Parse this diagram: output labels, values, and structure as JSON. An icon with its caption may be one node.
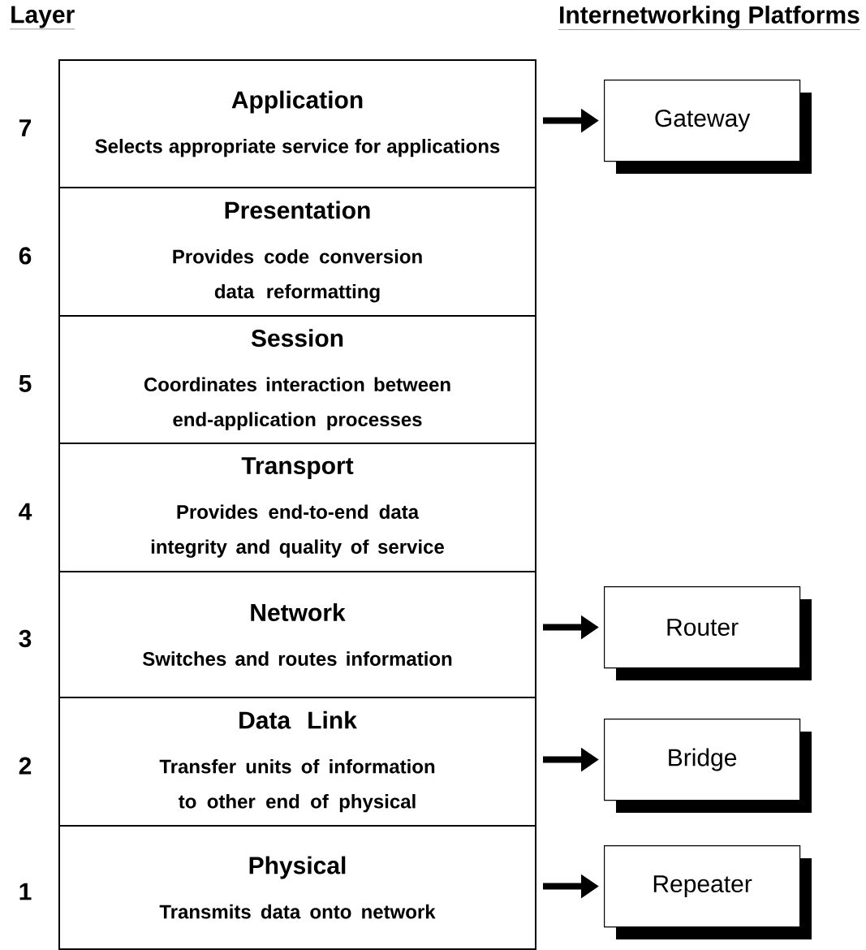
{
  "diagram": {
    "nodes": [
      {
        "text": [
          "Application",
          "Selects appropriate service for applications"
        ],
        "beside": [
          "7"
        ]
      },
      {
        "text": [
          "Presentation",
          "Provides code conversion data reformatting"
        ],
        "beside": [
          "6"
        ]
      },
      {
        "text": [
          "Session",
          "Coordinates interaction between end-application processes"
        ],
        "beside": [
          "5"
        ]
      },
      {
        "text": [
          "Transport",
          "Provides end-to-end data integrity and quality of service"
        ],
        "beside": [
          "4"
        ]
      },
      {
        "text": [
          "Network",
          "Switches and routes information"
        ],
        "beside": [
          "3"
        ]
      },
      {
        "text": [
          "Data Link",
          "Transfer units of information to other end of physical"
        ],
        "beside": [
          "2"
        ]
      },
      {
        "text": [
          "Physical",
          "Transmits data onto network"
        ],
        "beside": [
          "1"
        ]
      },
      {
        "text": [
          "Gateway"
        ]
      },
      {
        "text": [
          "Router"
        ]
      },
      {
        "text": [
          "Bridge"
        ]
      },
      {
        "text": [
          "Repeater"
        ]
      }
    ],
    "edges": [
      {
        "from": 0,
        "to": 7,
        "arrow": "to"
      },
      {
        "from": 4,
        "to": 8,
        "arrow": "to"
      },
      {
        "from": 5,
        "to": 9,
        "arrow": "to"
      },
      {
        "from": 6,
        "to": 10,
        "arrow": "to"
      }
    ],
    "labels": [
      "Layer",
      "Internetworking Platforms"
    ]
  }
}
